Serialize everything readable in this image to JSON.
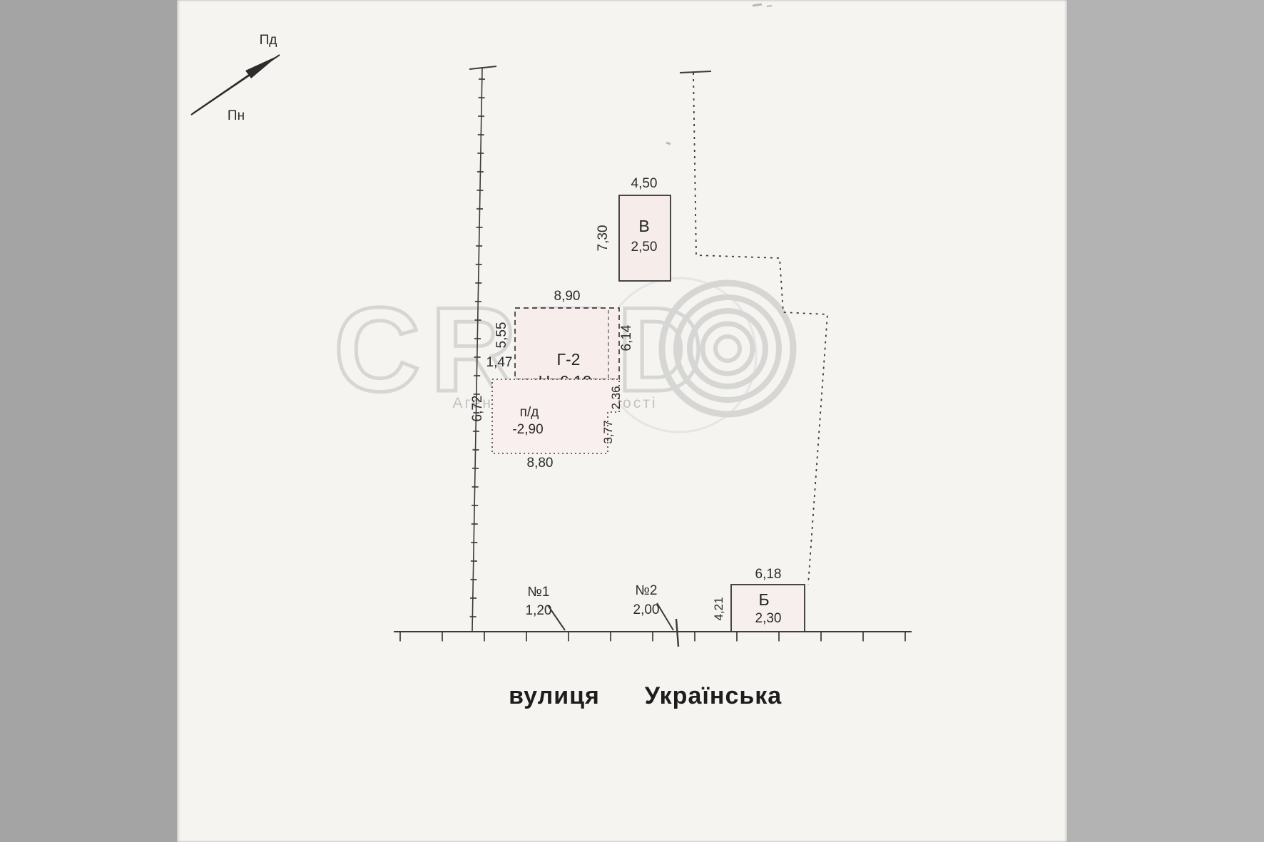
{
  "compass": {
    "south": "Пд",
    "north": "Пн"
  },
  "building_v": {
    "width_top": "4,50",
    "height_left": "7,30",
    "label": "В",
    "value": "2,50"
  },
  "building_g2": {
    "top": "8,90",
    "left_upper": "5,55",
    "left_step": "1,47",
    "right": "6,14",
    "label": "Г-2",
    "height": "Н=6,10",
    "right_step_upper": "2,36",
    "right_step_lower": "3,77",
    "bottom": "8,80",
    "left_lower": "6,72"
  },
  "basement": {
    "label": "п/д",
    "value": "-2,90"
  },
  "building_b": {
    "top": "6,18",
    "label": "Б",
    "value": "2,30",
    "left": "4,21"
  },
  "gates": {
    "g1_label": "№1",
    "g1_value": "1,20",
    "g2_label": "№2",
    "g2_value": "2,00"
  },
  "street": {
    "word1": "вулиця",
    "word2": "Українська"
  },
  "watermark": {
    "logo": "CRED",
    "subtitle": "Агентство Нерухомості"
  }
}
